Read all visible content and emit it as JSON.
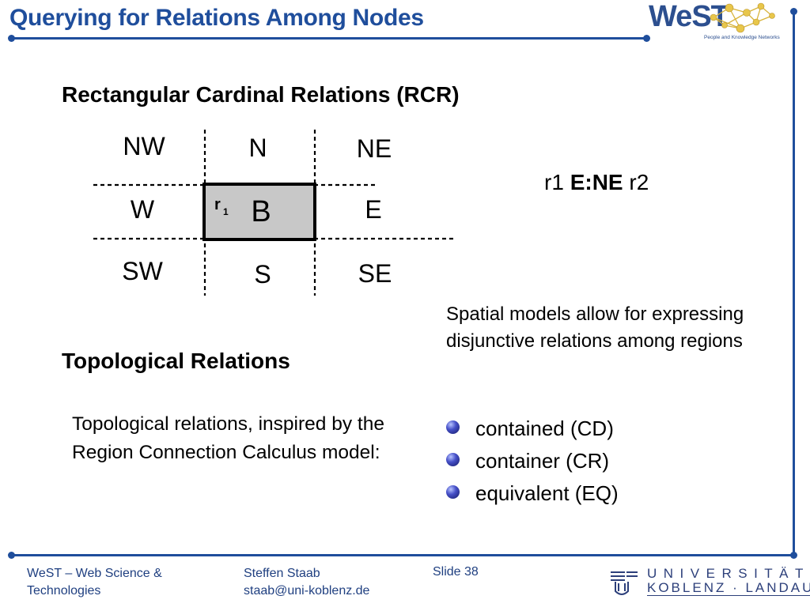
{
  "slide": {
    "title": "Querying for Relations Among Nodes"
  },
  "logo": {
    "west_word": "WeST",
    "west_tagline": "People and Knowledge Networks",
    "university_line1": "UNIVERSITÄT",
    "university_line2": "KOBLENZ · LANDAU"
  },
  "rcr": {
    "heading": "Rectangular Cardinal Relations (RCR)",
    "grid": {
      "nw": "NW",
      "n": "N",
      "ne": "NE",
      "w": "W",
      "b": "B",
      "e": "E",
      "sw": "SW",
      "s": "S",
      "se": "SE",
      "r_label": "r",
      "r_subscript": "1"
    },
    "relation_left": "r1 ",
    "relation_bold": "E:NE",
    "relation_right": " r2"
  },
  "spatial_note": {
    "line1": "Spatial models allow for expressing",
    "line2": "disjunctive relations among regions"
  },
  "topological": {
    "heading": "Topological Relations",
    "description": "Topological relations, inspired by the Region Connection Calculus model:",
    "bullets": [
      "contained (CD)",
      "container (CR)",
      "equivalent (EQ)"
    ]
  },
  "footer": {
    "org_line1": "WeST – Web Science &",
    "org_line2": "Technologies",
    "author": "Steffen Staab",
    "email": "staab@uni-koblenz.de",
    "slide_number": "Slide 38"
  },
  "colors": {
    "accent": "#1f4e9c",
    "box_fill": "#c8c8c8",
    "bullet": "#3a43b8"
  }
}
